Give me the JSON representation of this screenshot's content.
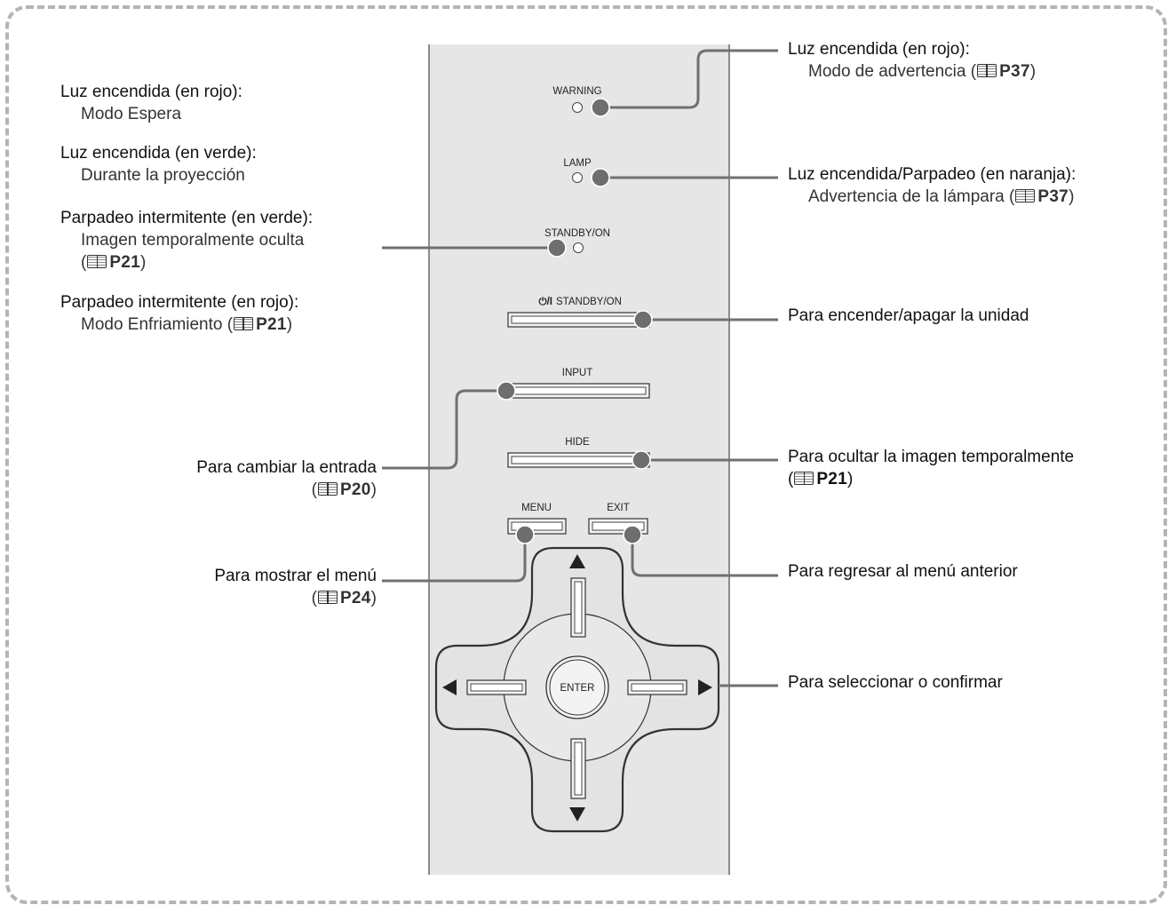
{
  "panel_labels": {
    "warning": "WARNING",
    "lamp": "LAMP",
    "standby_on_indicator": "STANDBY/ON",
    "power_symbol": "⏻/I",
    "standby_on_button": "STANDBY/ON",
    "input": "INPUT",
    "hide": "HIDE",
    "menu": "MENU",
    "exit": "EXIT",
    "enter": "ENTER"
  },
  "callouts": {
    "standby_red": {
      "title": "Luz encendida (en rojo):",
      "desc": "Modo Espera"
    },
    "projecting_green": {
      "title": "Luz encendida (en verde):",
      "desc": "Durante la proyección"
    },
    "blink_green": {
      "title": "Parpadeo intermitente (en verde):",
      "desc": "Imagen temporalmente oculta",
      "ref_open": "(",
      "ref_page": "P21",
      "ref_close": ")"
    },
    "blink_red": {
      "title": "Parpadeo intermitente (en rojo):",
      "desc": "Modo Enfriamiento (",
      "ref_page": "P21",
      "ref_close": ")"
    },
    "warning_light": {
      "title": "Luz encendida (en rojo):",
      "desc": "Modo de advertencia (",
      "ref_page": "P37",
      "ref_close": ")"
    },
    "lamp_light": {
      "title": "Luz encendida/Parpadeo (en naranja):",
      "desc": "Advertencia de la lámpara (",
      "ref_page": "P37",
      "ref_close": ")"
    },
    "power_button": {
      "title": "Para encender/apagar la unidad"
    },
    "input_button": {
      "title": "Para cambiar la entrada",
      "ref_open": "(",
      "ref_page": "P20",
      "ref_close": ")"
    },
    "hide_button": {
      "title": "Para ocultar la imagen temporalmente",
      "ref_open": "(",
      "ref_page": "P21",
      "ref_close": ")"
    },
    "menu_button": {
      "title": "Para mostrar el menú",
      "ref_open": "(",
      "ref_page": "P24",
      "ref_close": ")"
    },
    "exit_button": {
      "title": "Para regresar al menú anterior"
    },
    "dpad": {
      "title": "Para seleccionar o confirmar"
    }
  },
  "icons": {
    "reference": "book-icon",
    "arrows": [
      "up-arrow-icon",
      "down-arrow-icon",
      "left-arrow-icon",
      "right-arrow-icon"
    ]
  },
  "colors": {
    "panel_fill": "#e6e6e6",
    "leader_line": "#707070",
    "button_dot": "#6e6e6e",
    "frame_dash": "#b4b4b4"
  }
}
